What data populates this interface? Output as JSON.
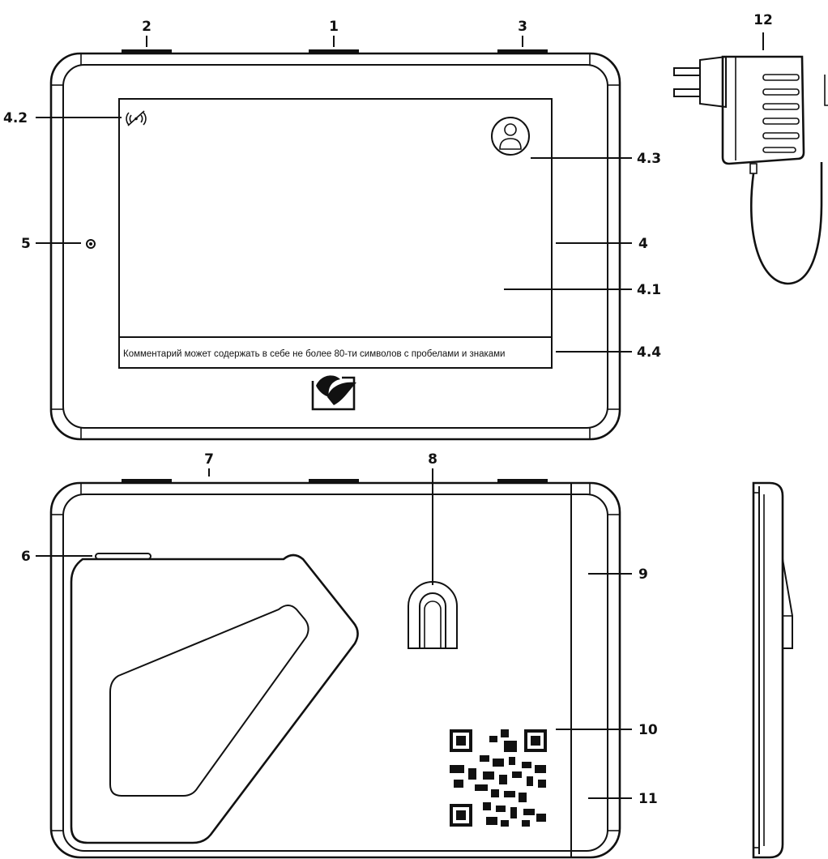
{
  "colors": {
    "line": "#111111",
    "background": "#ffffff"
  },
  "callouts": {
    "c1": "1",
    "c2": "2",
    "c3": "3",
    "c4": "4",
    "c4_1": "4.1",
    "c4_2": "4.2",
    "c4_3": "4.3",
    "c4_4": "4.4",
    "c5": "5",
    "c6": "6",
    "c7": "7",
    "c8": "8",
    "c9": "9",
    "c10": "10",
    "c11": "11",
    "c12": "12"
  },
  "screen": {
    "comment_text": "Комментарий может содержать в себе не более 80-ти символов с пробелами и знаками"
  },
  "icons": {
    "no_signal": "no-signal-icon",
    "user": "user-avatar-icon",
    "logo": "brand-logo-icon",
    "camera": "camera-icon",
    "qr": "qr-code-icon",
    "fingerprint": "fingerprint-sensor-icon",
    "adapter": "power-adapter-icon"
  }
}
